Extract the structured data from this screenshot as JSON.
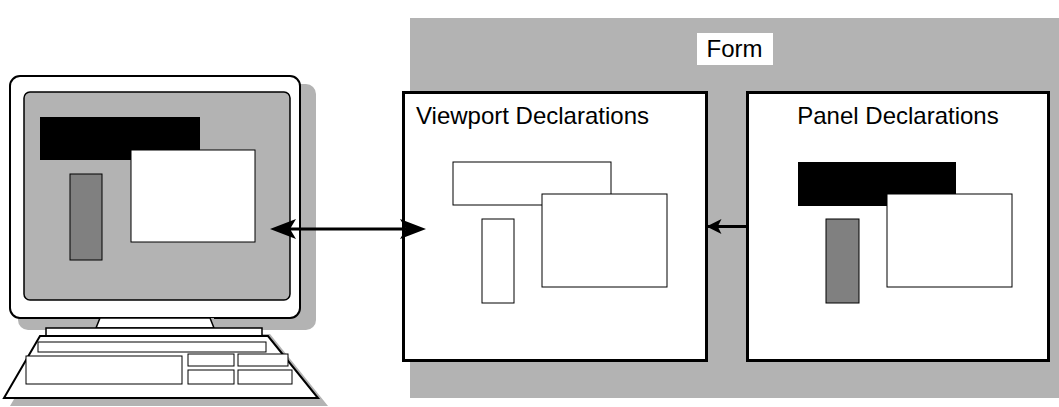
{
  "diagram": {
    "nodes": [
      {
        "text": [
          "Form"
        ]
      },
      {
        "text": [
          "Viewport Declarations"
        ],
        "in": 0
      },
      {
        "text": [
          "Panel Declarations"
        ],
        "in": 0
      }
    ],
    "edges": [
      {
        "from": 2,
        "to": 1,
        "arrow": "to"
      }
    ]
  }
}
